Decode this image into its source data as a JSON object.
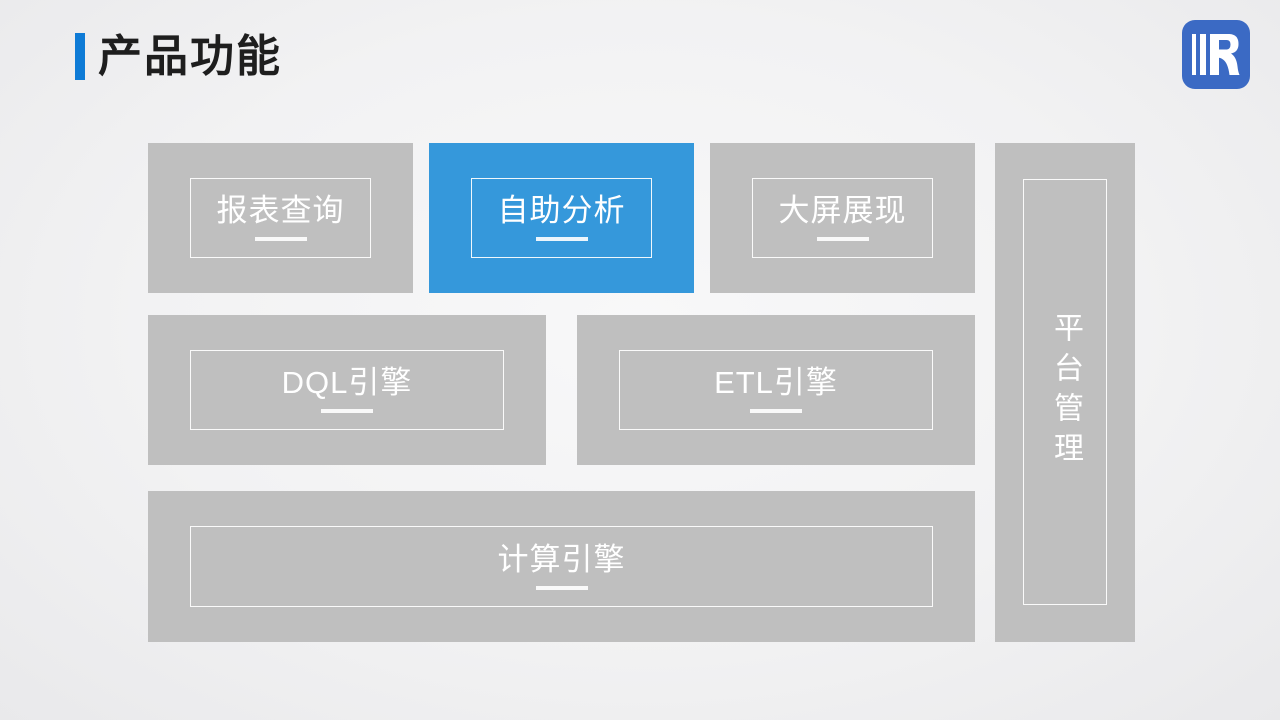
{
  "slide": {
    "title": "产品功能"
  },
  "logo": {
    "letter": "R"
  },
  "colors": {
    "accent_blue": "#3598DB",
    "block_gray": "#BFBFBF",
    "title_bar_blue": "#0E7BD6",
    "logo_blue": "#3B6AC4",
    "block_text": "#FFFFFF",
    "title_text": "#1E1E1E"
  },
  "diagram": {
    "blocks": [
      {
        "label": "报表查询",
        "variant": "gray"
      },
      {
        "label": "自助分析",
        "variant": "blue"
      },
      {
        "label": "大屏展现",
        "variant": "gray"
      },
      {
        "label": "DQL引擎",
        "variant": "gray"
      },
      {
        "label": "ETL引擎",
        "variant": "gray"
      },
      {
        "label": "计算引擎",
        "variant": "gray"
      },
      {
        "label": "平台管理",
        "variant": "gray",
        "orientation": "vertical"
      }
    ]
  }
}
